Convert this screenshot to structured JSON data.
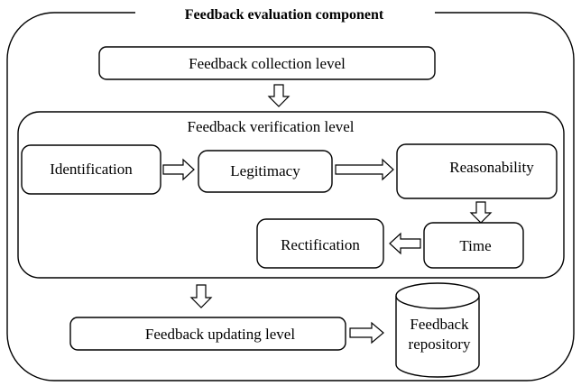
{
  "title": "Feedback evaluation component",
  "collection_level": "Feedback collection level",
  "verification": {
    "label": "Feedback verification level",
    "steps": {
      "identification": "Identification",
      "legitimacy": "Legitimacy",
      "reasonability": "Reasonability",
      "time": "Time",
      "rectification": "Rectification"
    }
  },
  "updating_level": "Feedback updating level",
  "repository": {
    "line1": "Feedback",
    "line2": "repository"
  }
}
